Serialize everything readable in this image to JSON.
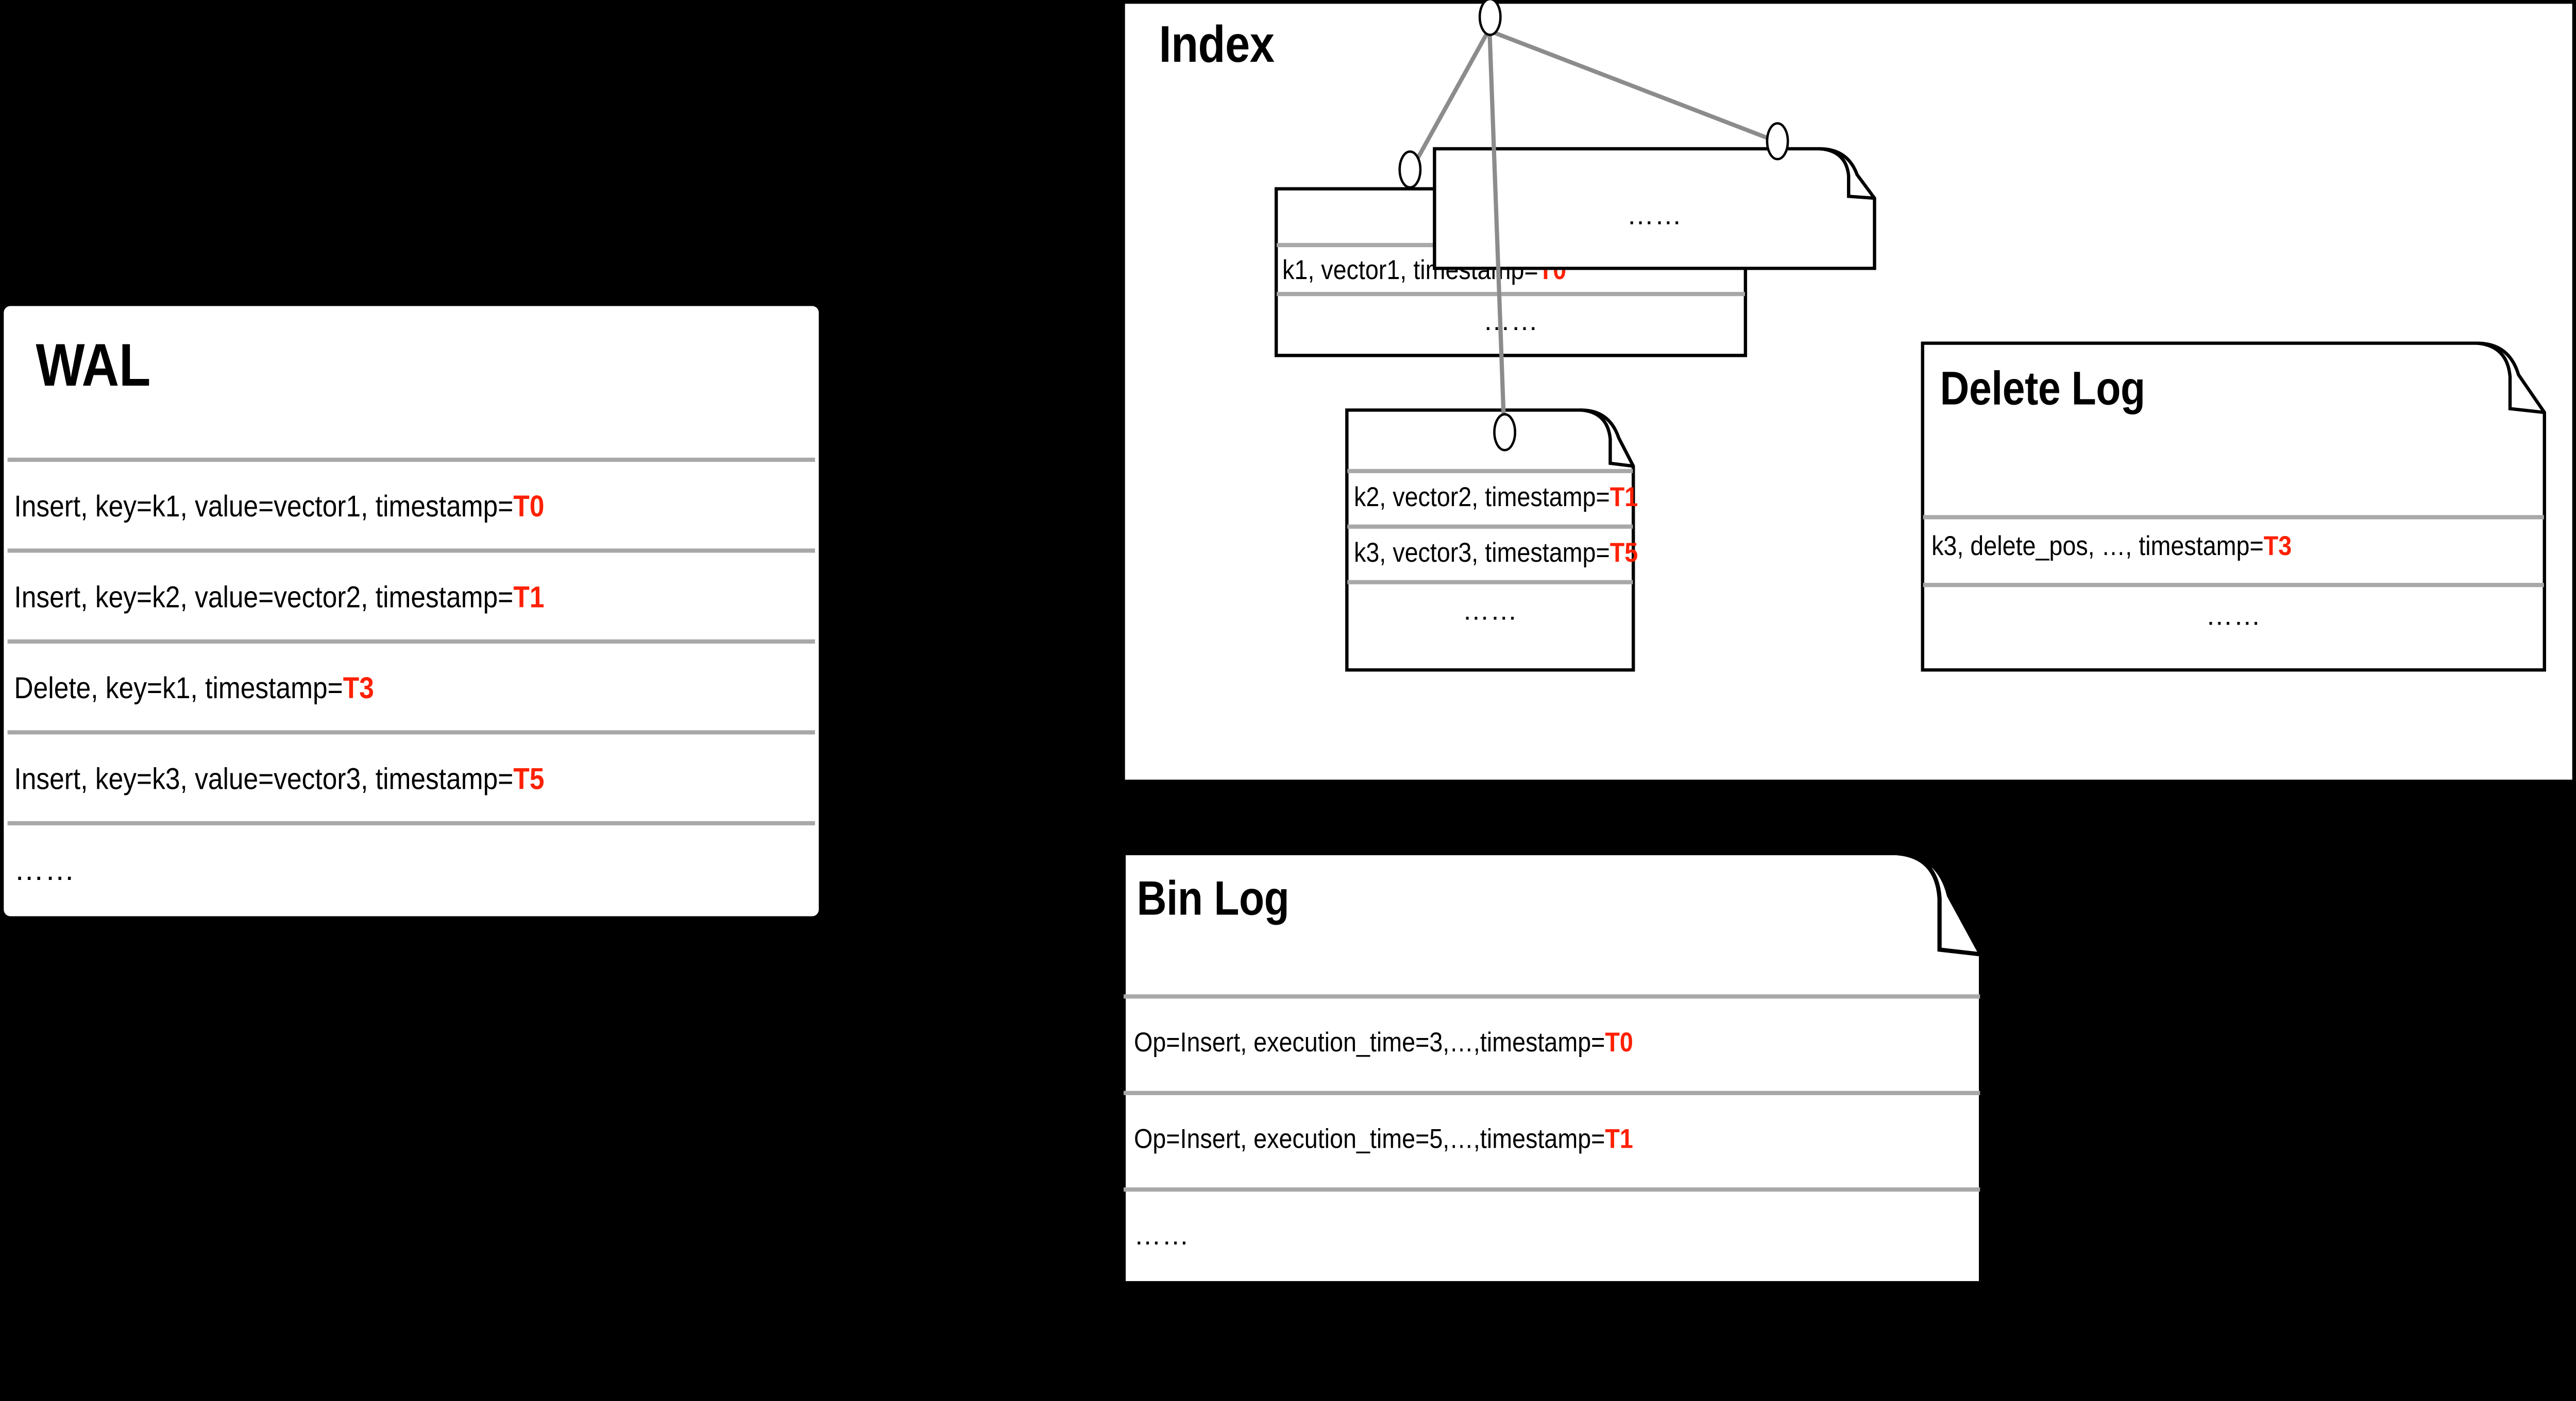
{
  "background_color": "#000000",
  "panel_color": "#ffffff",
  "accent_color": "#ff2000",
  "separator_color": "#a8a8a8",
  "wal": {
    "title": "WAL",
    "rows": [
      {
        "text": "Insert, key=k1, value=vector1, timestamp=",
        "timestamp": "T0"
      },
      {
        "text": "Insert, key=k2, value=vector2, timestamp=",
        "timestamp": "T1"
      },
      {
        "text": "Delete, key=k1, timestamp=",
        "timestamp": "T3"
      },
      {
        "text": "Insert, key=k3, value=vector3, timestamp=",
        "timestamp": "T5"
      }
    ],
    "ellipsis": "……"
  },
  "index": {
    "title": "Index",
    "nodes": {
      "root": "root-node",
      "left_child": "left-child-node",
      "right_child": "right-child-node",
      "bottom_child": "bottom-child-node"
    },
    "cards": [
      {
        "id": "index-card-left",
        "rows": [
          {
            "text": "k1, vector1, timestamp=",
            "timestamp": "T0"
          }
        ],
        "ellipsis": "……"
      },
      {
        "id": "index-card-right",
        "rows": [],
        "ellipsis": "……"
      },
      {
        "id": "index-card-bottom",
        "rows": [
          {
            "text": "k2, vector2, timestamp=",
            "timestamp": "T1"
          },
          {
            "text": "k3, vector3, timestamp=",
            "timestamp": "T5"
          }
        ],
        "ellipsis": "……"
      }
    ]
  },
  "delete_log": {
    "title": "Delete Log",
    "rows": [
      {
        "text": "k3, delete_pos, …, timestamp=",
        "timestamp": "T3"
      }
    ],
    "ellipsis": "……"
  },
  "bin_log": {
    "title": "Bin Log",
    "rows": [
      {
        "text": "Op=Insert, execution_time=3,…,timestamp=",
        "timestamp": "T0"
      },
      {
        "text": "Op=Insert, execution_time=5,…,timestamp=",
        "timestamp": "T1"
      }
    ],
    "ellipsis": "……"
  }
}
